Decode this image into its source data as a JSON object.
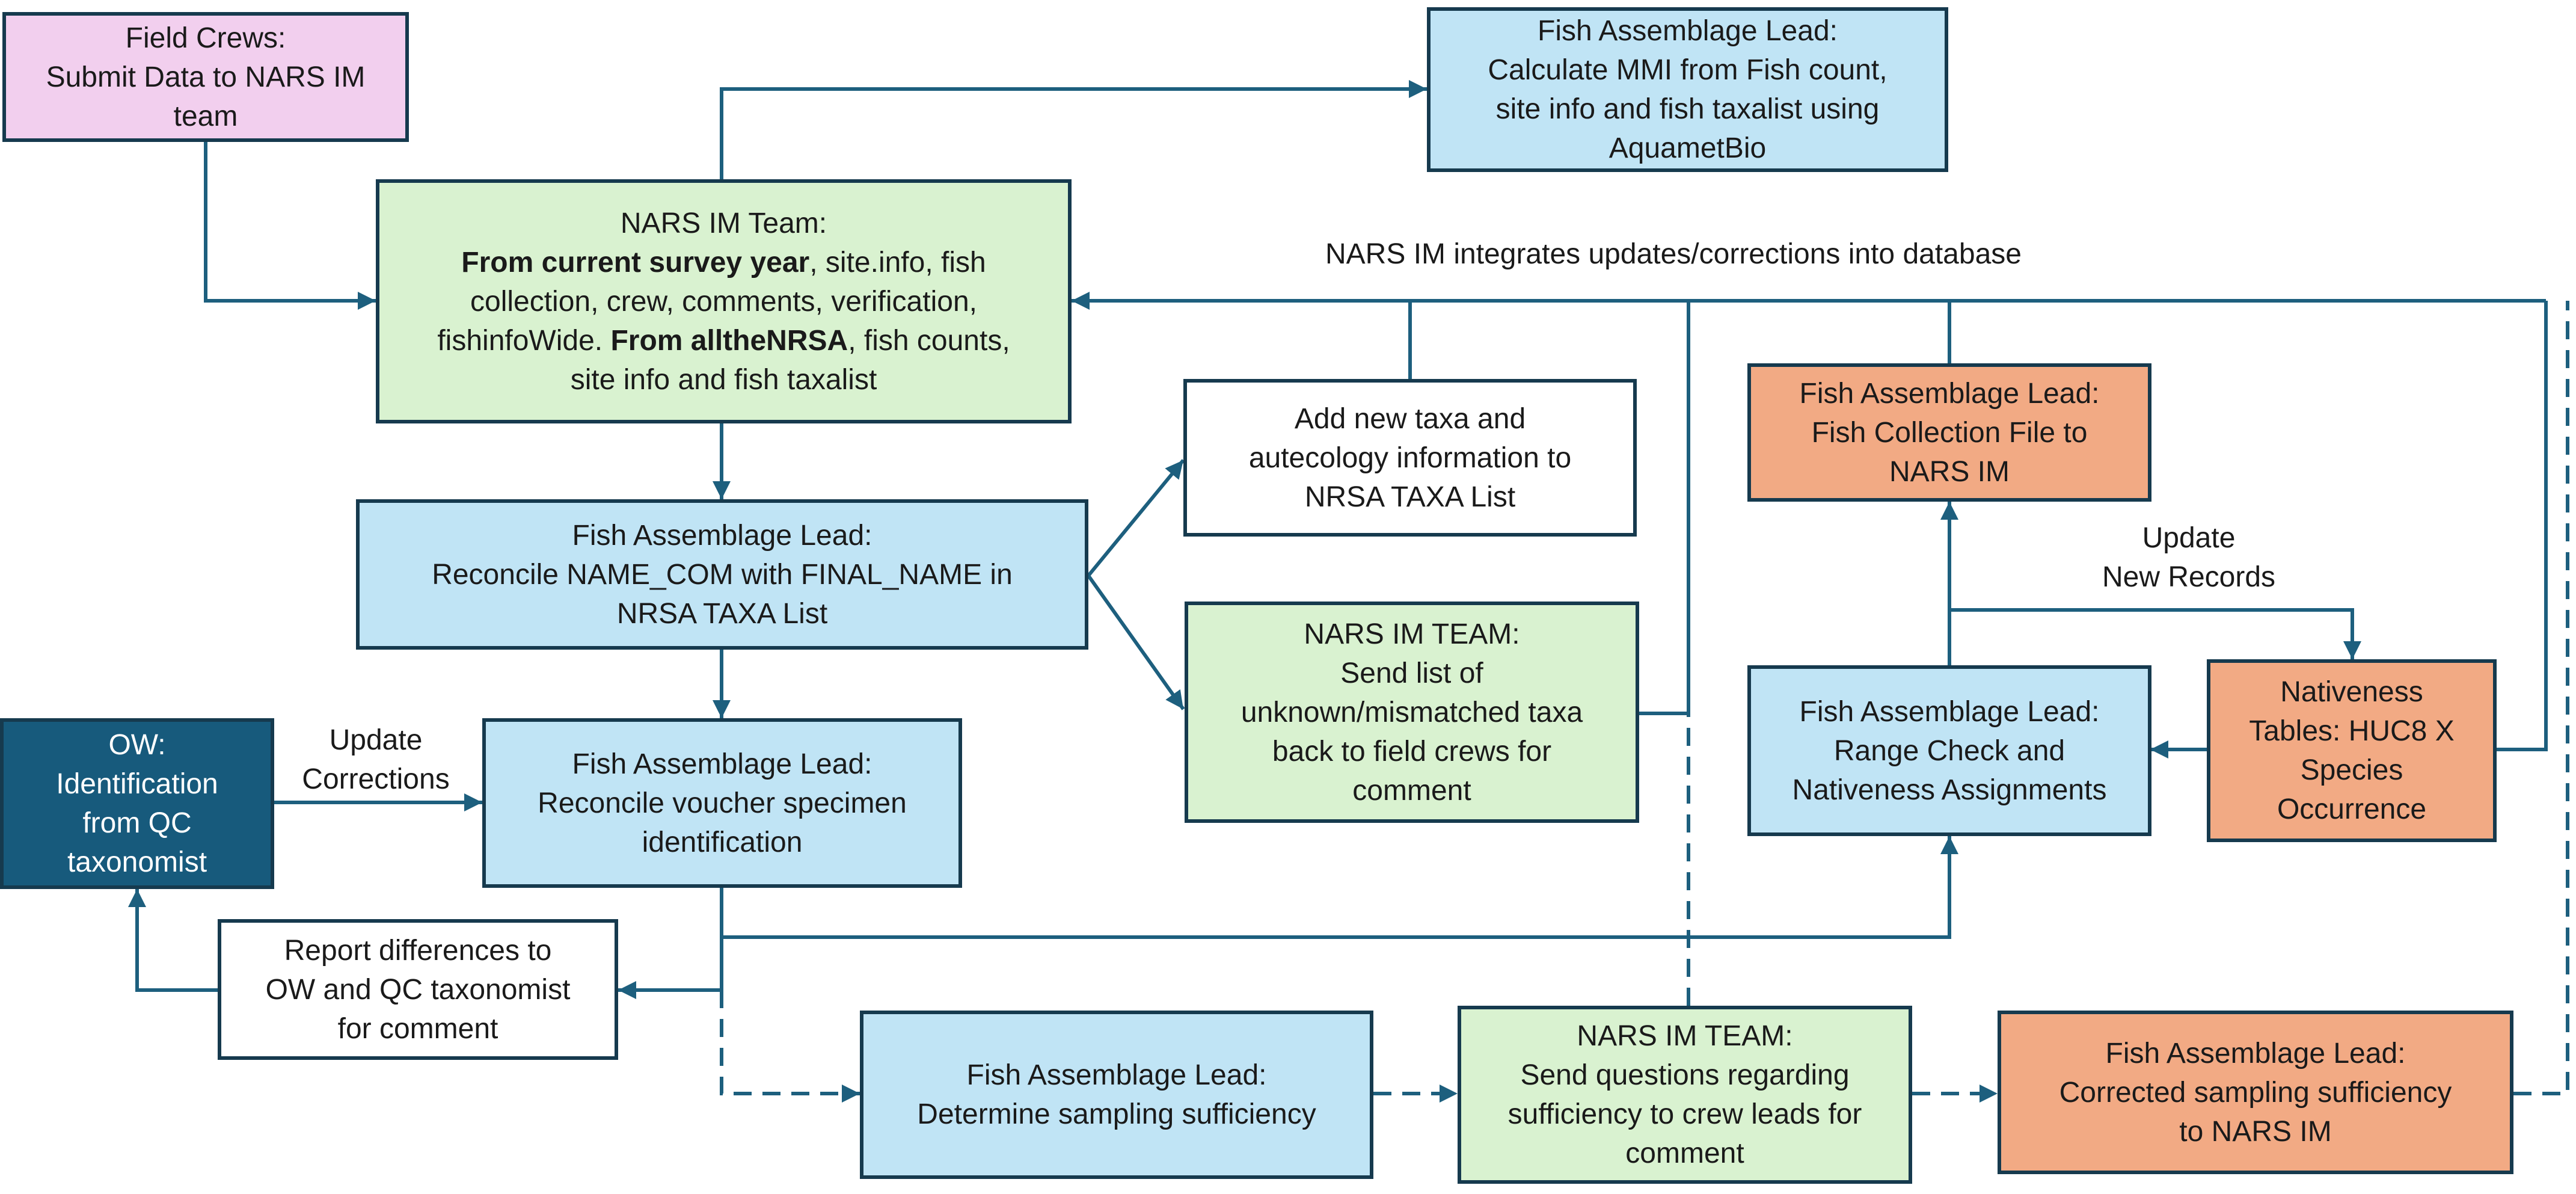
{
  "nodes": {
    "field_crews": {
      "lines": [
        "Field Crews:",
        "Submit Data to NARS IM",
        "team"
      ]
    },
    "nars_im_team": {
      "line1": "NARS IM Team:",
      "line2_bold": "From current survey year",
      "line2_rest": ", site.info, fish",
      "line3": "collection, crew, comments, verification,",
      "line4_pre": "fishinfoWide. ",
      "line4_bold": "From alltheNRSA",
      "line4_rest": ", fish counts,",
      "line5": "site info and fish taxalist"
    },
    "calc_mmi": {
      "lines": [
        "Fish Assemblage Lead:",
        "Calculate MMI from Fish count,",
        "site info and fish taxalist using",
        "AquametBio"
      ]
    },
    "reconcile_name": {
      "lines": [
        "Fish Assemblage Lead:",
        "Reconcile NAME_COM with FINAL_NAME in",
        "NRSA TAXA List"
      ]
    },
    "add_taxa": {
      "lines": [
        "Add new taxa and",
        "autecology information to",
        "NRSA TAXA List"
      ]
    },
    "send_list": {
      "lines": [
        "NARS IM TEAM:",
        "Send list of",
        "unknown/mismatched taxa",
        "back to field crews for",
        "comment"
      ]
    },
    "collection_file": {
      "lines": [
        "Fish Assemblage Lead:",
        "Fish Collection File to",
        "NARS IM"
      ]
    },
    "range_check": {
      "lines": [
        "Fish Assemblage Lead:",
        "Range Check and",
        "Nativeness Assignments"
      ]
    },
    "nativeness_tables": {
      "lines": [
        "Nativeness",
        "Tables: HUC8 X",
        "Species",
        "Occurrence"
      ]
    },
    "ow_identification": {
      "lines": [
        "OW:",
        "Identification",
        "from QC",
        "taxonomist"
      ]
    },
    "reconcile_voucher": {
      "lines": [
        "Fish Assemblage Lead:",
        "Reconcile voucher specimen",
        "identification"
      ]
    },
    "report_differences": {
      "lines": [
        "Report differences to",
        "OW and QC taxonomist",
        "for comment"
      ]
    },
    "sampling_sufficiency": {
      "lines": [
        "Fish Assemblage Lead:",
        "Determine sampling sufficiency"
      ]
    },
    "send_questions": {
      "lines": [
        "NARS IM TEAM:",
        "Send questions regarding",
        "sufficiency to crew leads for",
        "comment"
      ]
    },
    "corrected_sufficiency": {
      "lines": [
        "Fish Assemblage Lead:",
        "Corrected sampling sufficiency",
        "to NARS IM"
      ]
    }
  },
  "labels": {
    "integrates": "NARS IM integrates updates/corrections into database",
    "update_new_records": [
      "Update",
      "New Records"
    ],
    "update_corrections": [
      "Update",
      "Corrections"
    ]
  },
  "colors": {
    "line": "#1d5f7e",
    "border": "#163a4e",
    "pink": "#f2cfee",
    "green": "#d9f2d0",
    "blue": "#c0e4f5",
    "orange": "#f2aa84",
    "dark_blue": "#175a7c"
  }
}
